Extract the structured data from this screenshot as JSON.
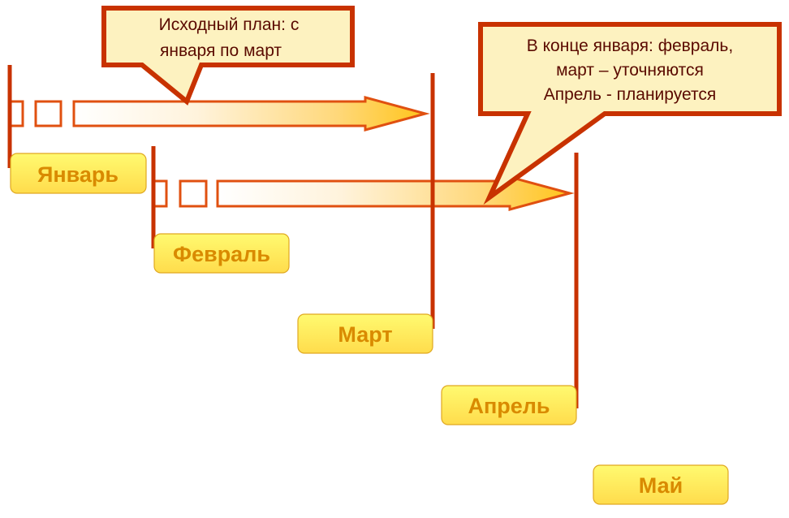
{
  "colors": {
    "line": "#c83200",
    "arrow_border": "#e05010",
    "callout_fill": "#fdf2c0",
    "month_text": "#d98a00",
    "month_fill_top": "#fff86a",
    "month_fill_bottom": "#ffe050"
  },
  "callouts": [
    {
      "lines": [
        "Исходный  план: с",
        "января по март"
      ]
    },
    {
      "lines": [
        "В конце января: февраль,",
        "март – уточняются",
        "Апрель - планируется"
      ]
    }
  ],
  "months": [
    {
      "label": "Январь"
    },
    {
      "label": "Февраль"
    },
    {
      "label": "Март"
    },
    {
      "label": "Апрель"
    },
    {
      "label": "Май"
    }
  ]
}
